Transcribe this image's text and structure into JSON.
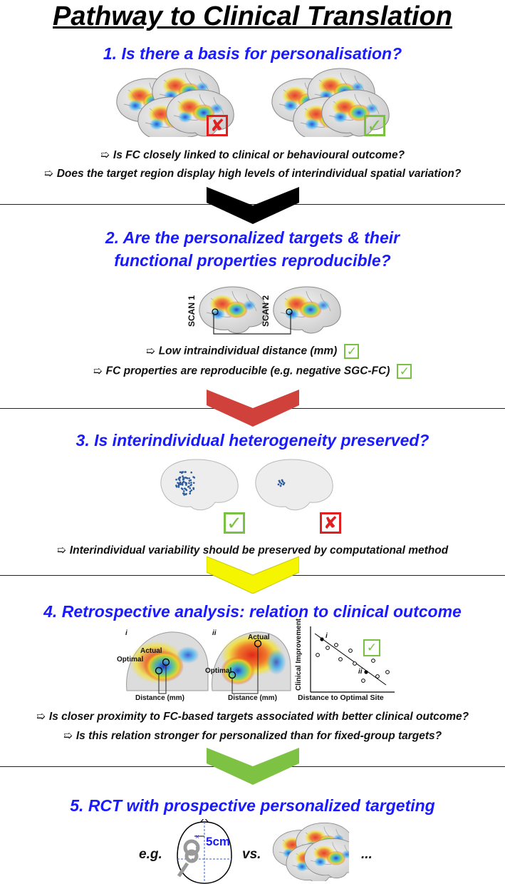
{
  "title": "Pathway to Clinical Translation",
  "bullet_glyph": "➯",
  "section1": {
    "heading": "1. Is there a basis for personalisation?",
    "bullets": [
      "Is FC closely linked to clinical or behavioural outcome?",
      "Does the target region display high levels of interindividual spatial variation?"
    ],
    "badge_no": "✘",
    "badge_ok": "✓"
  },
  "section2": {
    "heading_line1": "2. Are the personalized targets & their",
    "heading_line2": "functional properties reproducible?",
    "scan1": "SCAN 1",
    "scan2": "SCAN 2",
    "bullets": [
      "Low intraindividual distance (mm)",
      "FC properties are reproducible (e.g. negative SGC-FC)"
    ],
    "badge_ok": "✓"
  },
  "section3": {
    "heading": "3. Is interindividual heterogeneity preserved?",
    "bullets": [
      "Interindividual variability should be preserved by computational method"
    ],
    "badge_ok": "✓",
    "badge_no": "✘"
  },
  "section4": {
    "heading": "4. Retrospective analysis: relation to clinical outcome",
    "panel_i": {
      "label": "i",
      "optimal": "Optimal",
      "actual": "Actual",
      "distance": "Distance (mm)"
    },
    "panel_ii": {
      "label": "ii",
      "optimal": "Optimal",
      "actual": "Actual",
      "distance": "Distance (mm)"
    },
    "scatter": {
      "ylabel": "Clinical Improvement",
      "xlabel": "Distance to Optimal Site",
      "pt_i": "i",
      "pt_ii": "ii"
    },
    "badge_ok": "✓",
    "bullets": [
      "Is closer proximity to FC-based targets associated with better clinical outcome?",
      "Is this relation stronger for personalized than for fixed-group targets?"
    ]
  },
  "section5": {
    "heading": "5. RCT with prospective personalized targeting",
    "eg": "e.g.",
    "head_label": "5cm",
    "vs": "vs.",
    "ellipsis": "..."
  },
  "colors": {
    "heading_blue": "#1a1aff",
    "chevron_black": "#000000",
    "chevron_red": "#d0413c",
    "chevron_yellow": "#f5f500",
    "chevron_green": "#7dc242",
    "ok_green": "#7ac143",
    "no_red": "#e02020"
  }
}
